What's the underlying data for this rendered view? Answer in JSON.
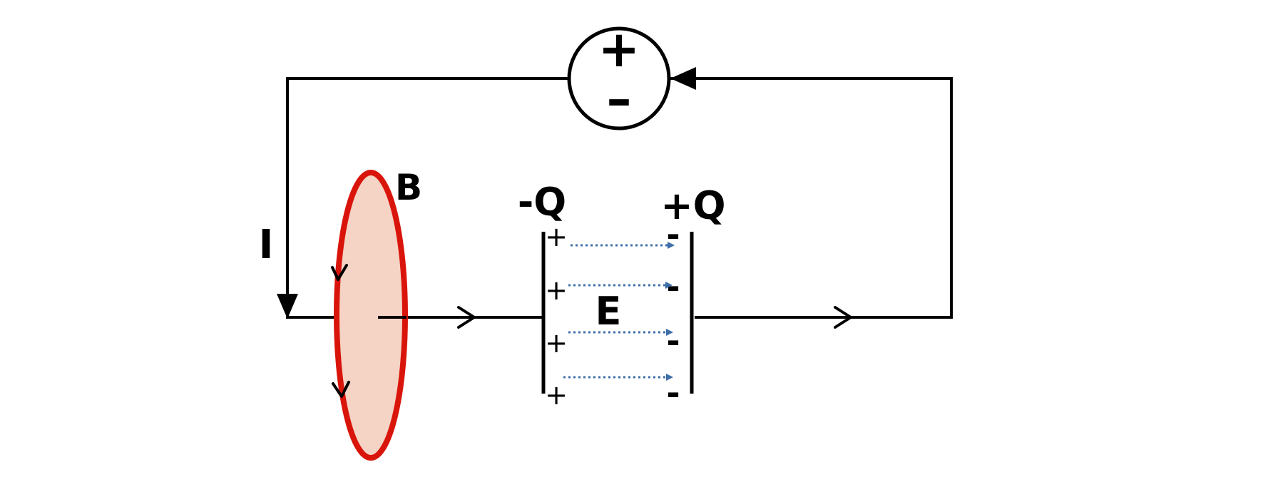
{
  "labels": {
    "current": "I",
    "magnetic_field": "B",
    "electric_field": "E",
    "left_plate_charge": "-Q",
    "right_plate_charge": "+Q"
  },
  "source": {
    "plus": "+",
    "minus": "–"
  },
  "left_plate_signs": [
    "+",
    "+",
    "+",
    "+"
  ],
  "right_plate_signs": [
    "-",
    "-",
    "-",
    "-"
  ],
  "colors": {
    "wire": "#000000",
    "loop_stroke": "#d9150b",
    "loop_fill": "#f5d3c5",
    "field_lines": "#3c6ea8"
  }
}
